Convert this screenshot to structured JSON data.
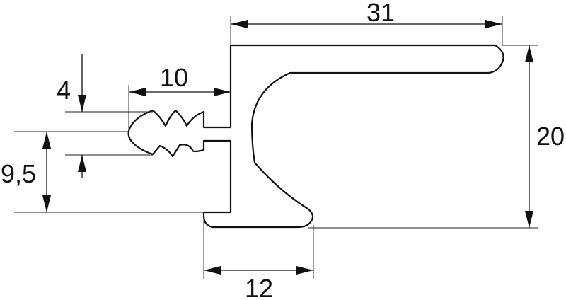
{
  "drawing": {
    "line_color": "#111111",
    "background": "#ffffff",
    "dimensions": {
      "width_top": "31",
      "height_right": "20",
      "tongue_length": "10",
      "barb_height": "4",
      "lower_offset": "9,5",
      "bottom_foot": "12"
    }
  }
}
